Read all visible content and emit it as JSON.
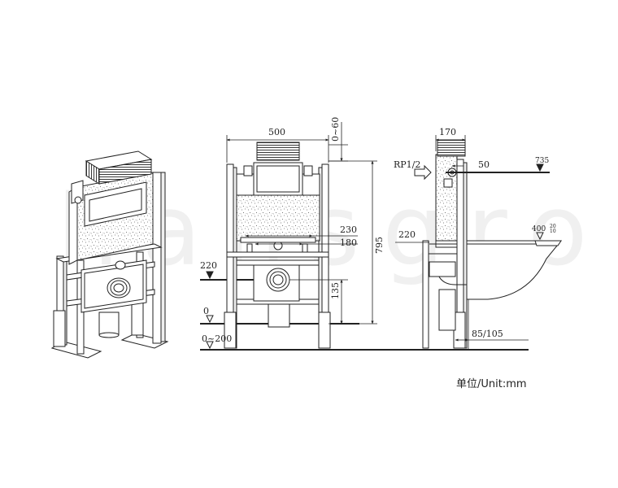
{
  "watermark": "hansgrohe.cn",
  "unit_label": "单位/Unit:mm",
  "front": {
    "width": "500",
    "adjust_top": "0~60",
    "height": "795",
    "w1": "230",
    "w2": "180",
    "outlet_height": "135",
    "drain_level": "220",
    "floor_level": "0",
    "floor_range": "0~200"
  },
  "side": {
    "depth": "170",
    "water_inlet": "RP1/2",
    "inlet_offset": "50",
    "inlet_height": "735",
    "drain_level": "220",
    "bowl_height": "400",
    "bowl_tol_plus": "20",
    "bowl_tol_minus": "10",
    "floor_clear": "85/105"
  }
}
